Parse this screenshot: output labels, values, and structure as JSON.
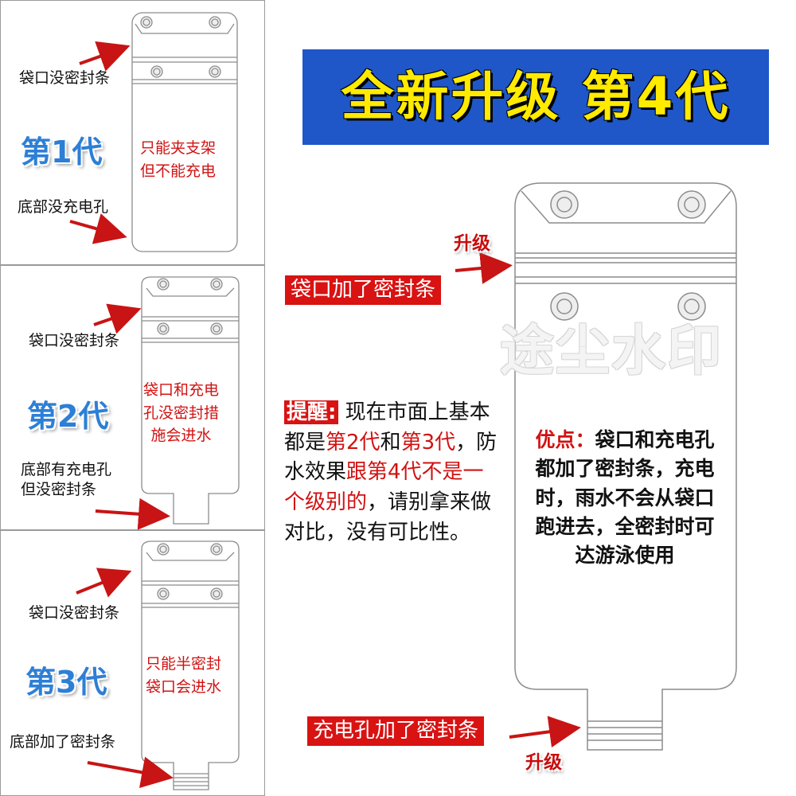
{
  "header": {
    "title": "全新升级  第4代"
  },
  "panels": [
    {
      "generation": "第1代",
      "top_label": "袋口没密封条",
      "bottom_label": "底部没充电孔",
      "note_lines": [
        "只能夹支架",
        "但不能充电"
      ]
    },
    {
      "generation": "第2代",
      "top_label": "袋口没密封条",
      "bottom_label_lines": [
        "底部有充电孔",
        "但没密封条"
      ],
      "note_lines": [
        "袋口和充电",
        "孔没密封措",
        "施会进水"
      ]
    },
    {
      "generation": "第3代",
      "top_label": "袋口没密封条",
      "bottom_label": "底部加了密封条",
      "note_lines": [
        "只能半密封",
        "袋口会进水"
      ]
    }
  ],
  "fourth": {
    "upgrade_top": "升级",
    "seal_top": "袋口加了密封条",
    "upgrade_bottom": "升级",
    "seal_bottom": "充电孔加了密封条",
    "advantage_label": "优点：",
    "advantage_lines": [
      "袋口和充电孔",
      "都加了密封条，充电",
      "时，雨水不会从袋口",
      "跑进去，全密封时可",
      "达游泳使用"
    ]
  },
  "reminder": {
    "label": "提醒:",
    "t1": "现在市面上基本都是",
    "t2": "第2代",
    "t3": "和",
    "t4": "第3代",
    "t5": "，防水效果",
    "t6": "跟第4代不是一个级别的",
    "t7": "，请别拿来做对比，没有可比性。"
  },
  "watermark": "途尘水印",
  "colors": {
    "header_bg": "#1f57c9",
    "header_text": "#ffea00",
    "accent_red": "#d91212",
    "gen_blue": "#2d7fd6"
  }
}
